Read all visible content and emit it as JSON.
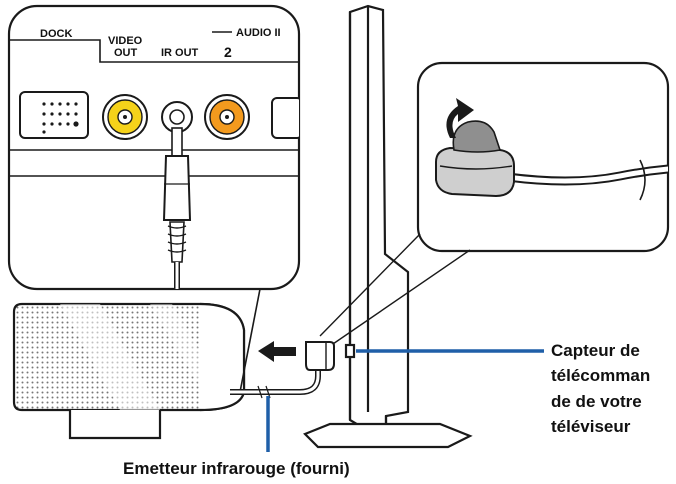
{
  "panel": {
    "dock": "DOCK",
    "video_out_line1": "VIDEO",
    "video_out_line2": "OUT",
    "ir_out": "IR OUT",
    "port_number": "2",
    "audio": "AUDIO II"
  },
  "callouts": {
    "sensor_line1": "Capteur de",
    "sensor_line2": "télécomman",
    "sensor_line3": "de de votre",
    "sensor_line4": "téléviseur",
    "emitter": "Emetteur infrarouge (fourni)"
  },
  "colors": {
    "leader": "#1f5fa8",
    "yellow_jack": "#f5d21a",
    "orange_jack": "#f39a1e",
    "outline": "#1a1a1a"
  },
  "icons": [
    "rotate-arrow-icon",
    "insert-arrow-icon"
  ]
}
